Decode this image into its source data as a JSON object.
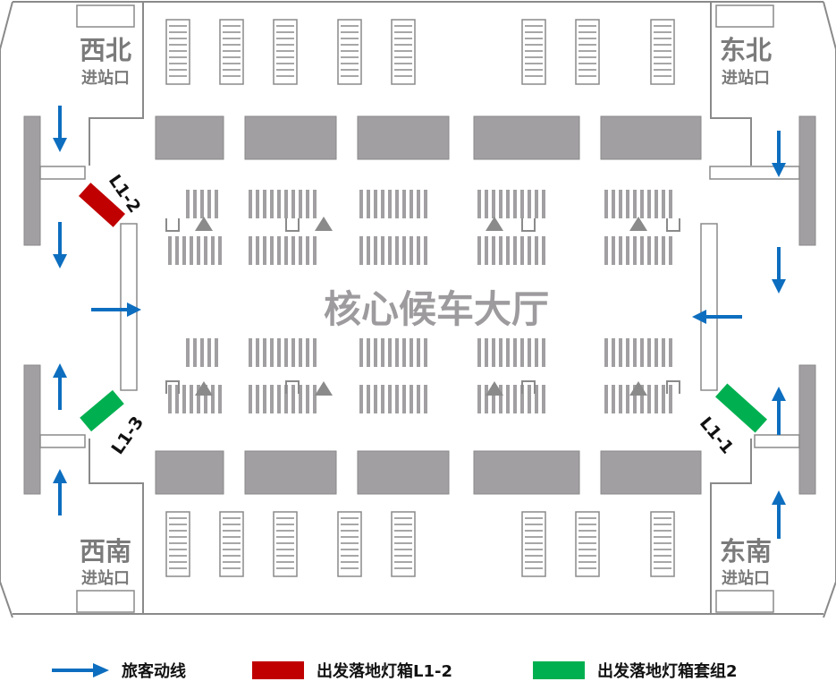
{
  "hall": {
    "label": "核心候车大厅"
  },
  "gates": {
    "nw": {
      "name": "西北",
      "sub": "进站口"
    },
    "ne": {
      "name": "东北",
      "sub": "进站口"
    },
    "sw": {
      "name": "西南",
      "sub": "进站口"
    },
    "se": {
      "name": "东南",
      "sub": "进站口"
    }
  },
  "light_boxes": [
    {
      "id": "L1-2",
      "label": "L1-2",
      "color": "#c00000"
    },
    {
      "id": "L1-3",
      "label": "L1-3",
      "color": "#00b050"
    },
    {
      "id": "L1-1",
      "label": "L1-1",
      "color": "#00b050"
    }
  ],
  "legend": {
    "flow": {
      "label": "旅客动线",
      "color": "#0d6ebf"
    },
    "red": {
      "label": "出发落地灯箱L1-2",
      "color": "#c00000"
    },
    "green": {
      "label": "出发落地灯箱套组2",
      "color": "#00b050"
    }
  }
}
